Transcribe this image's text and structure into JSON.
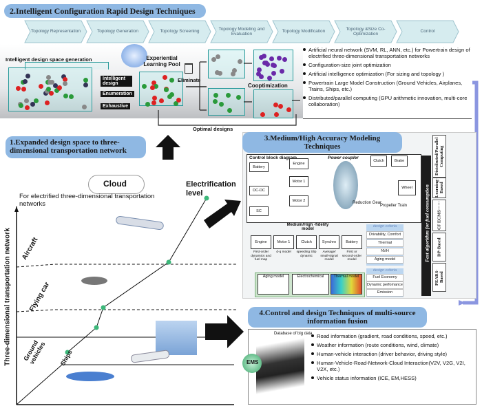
{
  "section2": {
    "title": "2.Intelligent Configuration Rapid Design Techniques",
    "pipeline": [
      "Topology Representation",
      "Topology Generation",
      "Topology Screening",
      "Topology Modeling and Evaluation",
      "Topology Modification",
      "Topology &Size Co-Optimization",
      "Control"
    ],
    "space_label": "Intelligent design space generation",
    "pool_label": "Experiential Learning Pool",
    "eliminate": "Eliminate",
    "coopt": "Cooptimization",
    "optimal": "Optimal designs",
    "methods": [
      "Intelligent design",
      "Enumeration",
      "Exhaustive"
    ],
    "bullets": [
      "Artificial neural network (SVM, RL, ANN, etc.) for Powertrain design of electrified three-dimensional transportation networks",
      "Configuration-size joint optimization",
      "Artificial intelligence optimization (For sizing and topology )",
      "Powertrain Large Model Construction (Ground Vehicles, Airplanes, Trains, Ships, etc.)",
      "Distributed/parallel computing (GPU arithmetic innovation, multi-core collaboration)"
    ]
  },
  "section1": {
    "title": "1.Expanded design space to three-dimensional transportation network",
    "cloud": "Cloud",
    "subtitle": "For electrified three-dimensional transportation networks",
    "y_axis": "Three-dimensional transportation network",
    "electrification": "Electrification level",
    "levels": [
      "Aircraft",
      "Flying car",
      "Ground vehicles",
      "Ships"
    ]
  },
  "section3": {
    "title": "3.Medium/High Accuracy Modeling Techniques",
    "cbd": "Control block diagram",
    "power_coupler": "Power coupler",
    "reduction_gear": "Reduction Gear",
    "propeller": "Propeller Train",
    "components": [
      "Battery",
      "Engine",
      "Clutch",
      "Brake",
      "DC-DC",
      "Motor 1",
      "Motor 2",
      "Wheel",
      "SC"
    ],
    "fidelity": "Medium/High -fidelity model",
    "submodels": [
      "Engine",
      "Motor 1",
      "Clutch",
      "Synchro",
      "Battery"
    ],
    "submodel_desc": [
      "First-order dynamics and fuel map",
      "d-q model",
      "speeding Slip dynamic",
      "Average/ small-signal model",
      "First or second-order model"
    ],
    "design_criteria": "design criteria",
    "criteria_a": [
      "Drivability, Comfort",
      "Thermal",
      "NVH",
      "Aging model"
    ],
    "criteria_b": [
      "Fuel Economy",
      "Dynamic perfomance",
      "Emission"
    ],
    "maps": [
      "Aging model",
      "Electrochemical",
      "Thermal model"
    ],
    "fast_algo": "Fast algorithm for fuel consumption",
    "tabs": [
      "Distributed/Parallel Computing",
      "Learning-Based",
      "CF ECMS······",
      "DP-Based",
      "PEARS-Based"
    ]
  },
  "section4": {
    "title": "4.Control and design Techniques of multi-source information fusion",
    "database": "Database of big data",
    "ems": "EMS",
    "bullets": [
      "Road information (gradient, road conditions, speed, etc.)",
      "Weather information (route conditions, wind, climate)",
      "Human-vehicle interaction (driver behavior, driving style)",
      "Human-Vehicle-Road-Network-Cloud Interaction(V2V, V2G, V2I, V2X, etc.)",
      "Vehicle status information (ICE, EM,HESS)"
    ]
  }
}
